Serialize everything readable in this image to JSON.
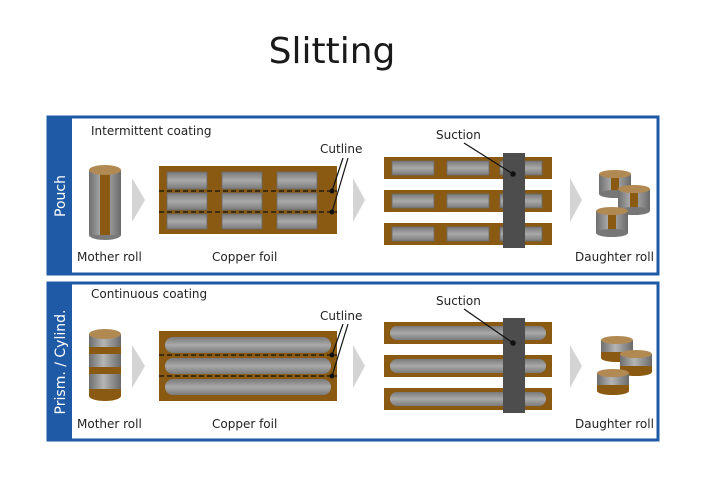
{
  "title": "Slitting",
  "colors": {
    "frame_blue": "#1f5aa6",
    "copper_brown": "#8a5a12",
    "coating_gray": "#8c8c8c",
    "suction_gray": "#4d4d4d",
    "roll_top": "#b08a52",
    "arrow_gray": "#d4d4d4"
  },
  "sections": [
    {
      "side_label": "Pouch",
      "coating_label": "Intermittent coating",
      "cutline_label": "Cutline",
      "suction_label": "Suction",
      "mother_roll_label": "Mother roll",
      "copper_foil_label": "Copper foil",
      "daughter_roll_label": "Daughter roll"
    },
    {
      "side_label": "Prism. / Cylind.",
      "coating_label": "Continuous coating",
      "cutline_label": "Cutline",
      "suction_label": "Suction",
      "mother_roll_label": "Mother roll",
      "copper_foil_label": "Copper foil",
      "daughter_roll_label": "Daughter roll"
    }
  ]
}
